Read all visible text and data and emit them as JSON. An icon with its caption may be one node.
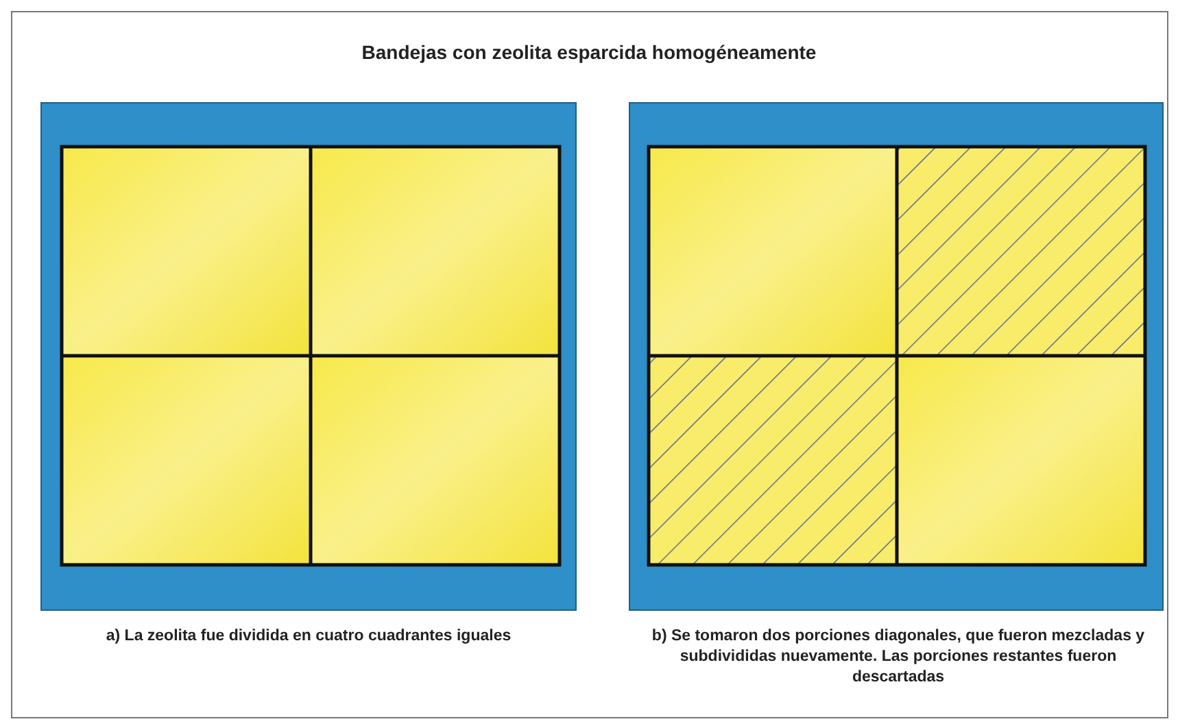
{
  "diagram": {
    "title": "Bandejas con zeolita esparcida homogéneamente",
    "labels": [
      "a) La zeolita fue dividida en cuatro cuadrantes iguales",
      "b) Se tomaron dos porciones diagonales, que fueron mezcladas y subdivididas nuevamente. Las porciones restantes fueron descartadas"
    ]
  }
}
